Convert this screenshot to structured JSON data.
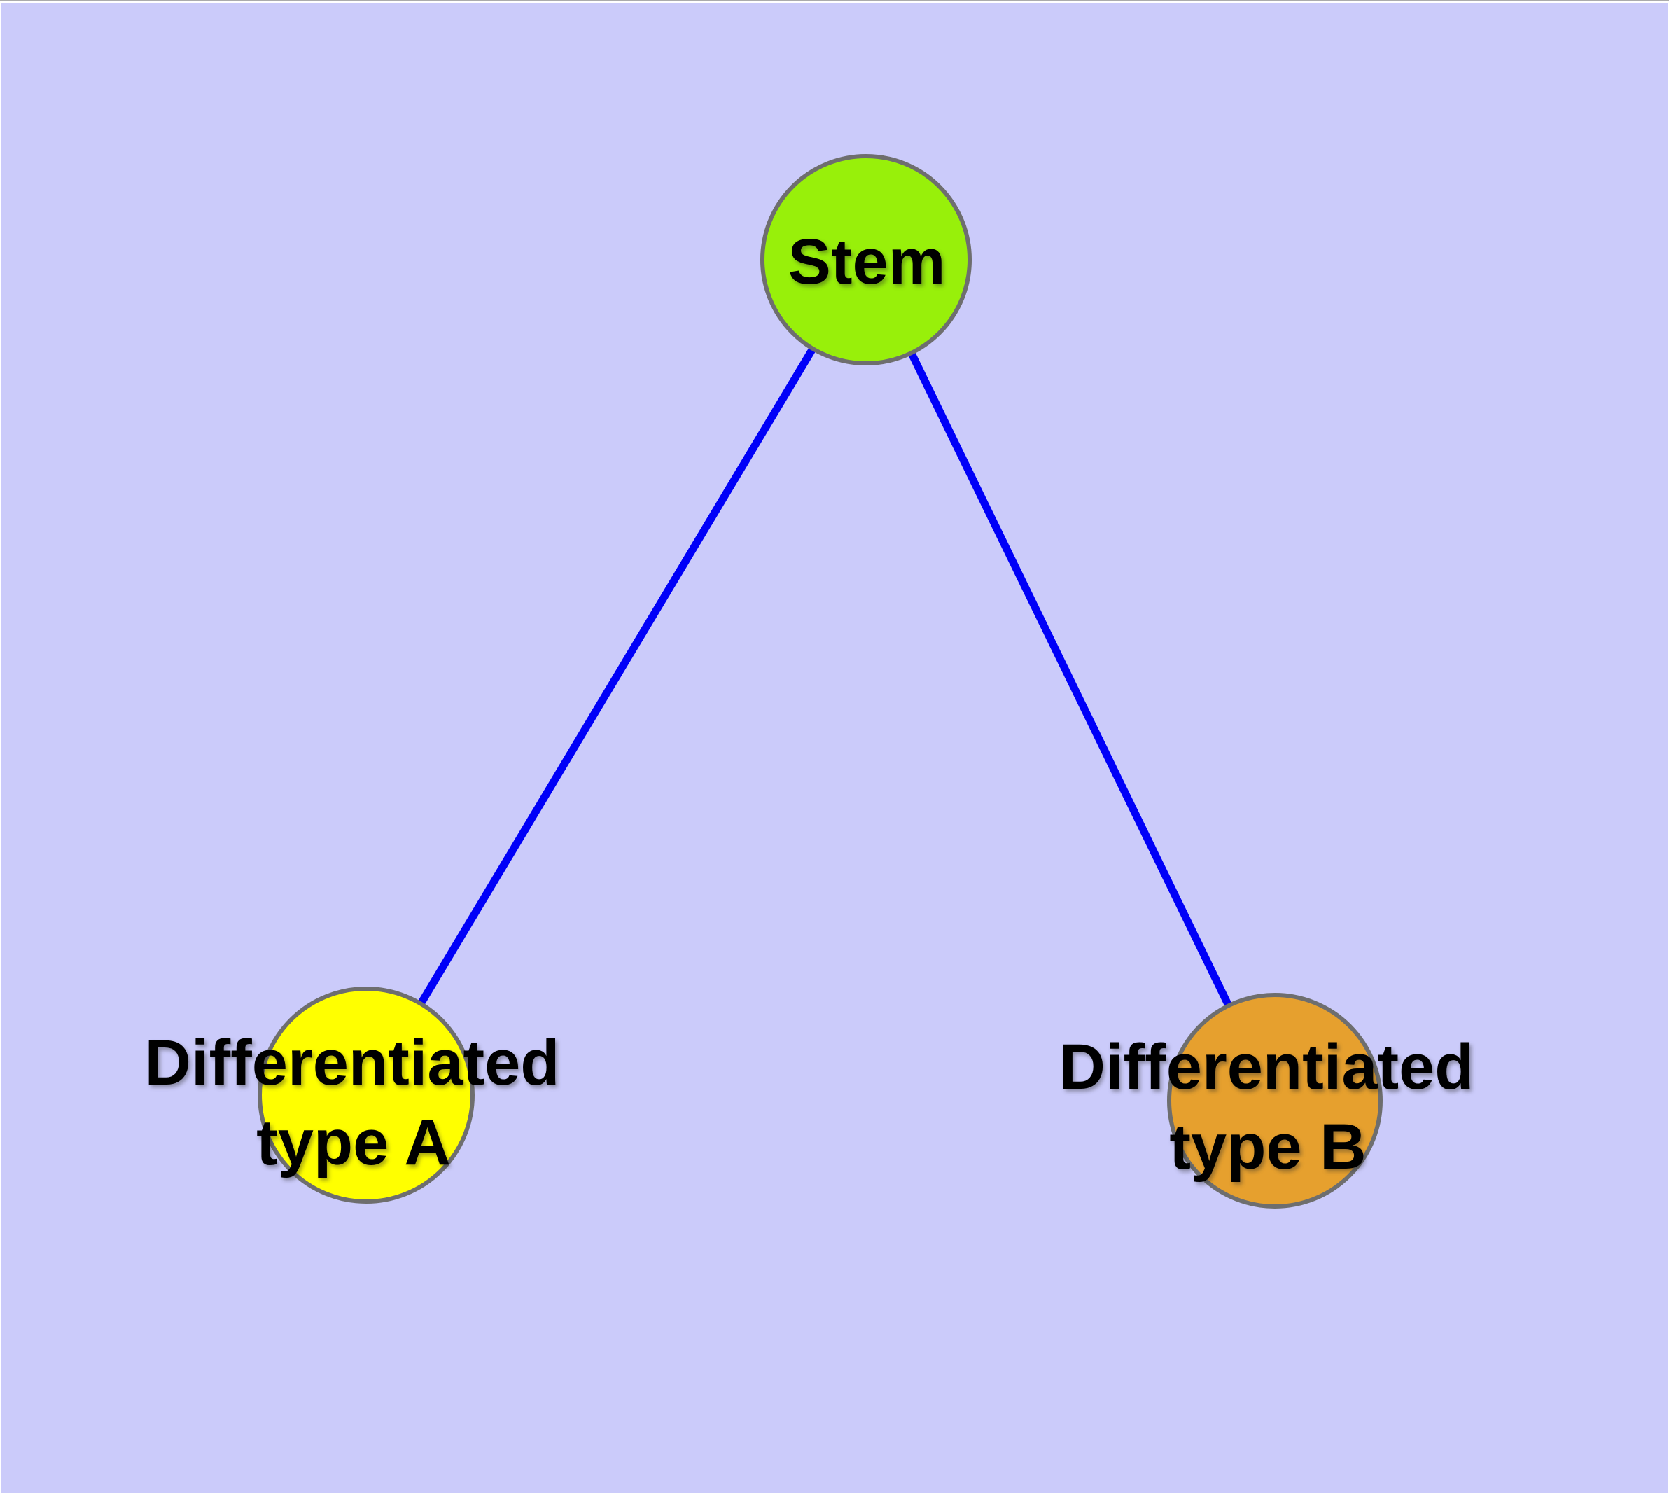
{
  "diagram": {
    "type": "graph",
    "page_background_color": "#FFFFFF",
    "top_border_color": "#ABABAB",
    "background_color": "#CBCBFA",
    "edge_color": "#0000F8",
    "edge_width": 11,
    "node_border_color": "#6E6E6E",
    "label_color": "#000000",
    "nodes": {
      "stem": {
        "label": "Stem",
        "fill_color": "#98F00A"
      },
      "type_a": {
        "label_line1": "Differentiated",
        "label_line2": "type A",
        "fill_color": "#FFFF00"
      },
      "type_b": {
        "label_line1": "Differentiated",
        "label_line2": "type B",
        "fill_color": "#E6A02E"
      }
    },
    "edges": [
      {
        "from": "Stem",
        "to": "Differentiated type A"
      },
      {
        "from": "Stem",
        "to": "Differentiated type B"
      }
    ]
  }
}
